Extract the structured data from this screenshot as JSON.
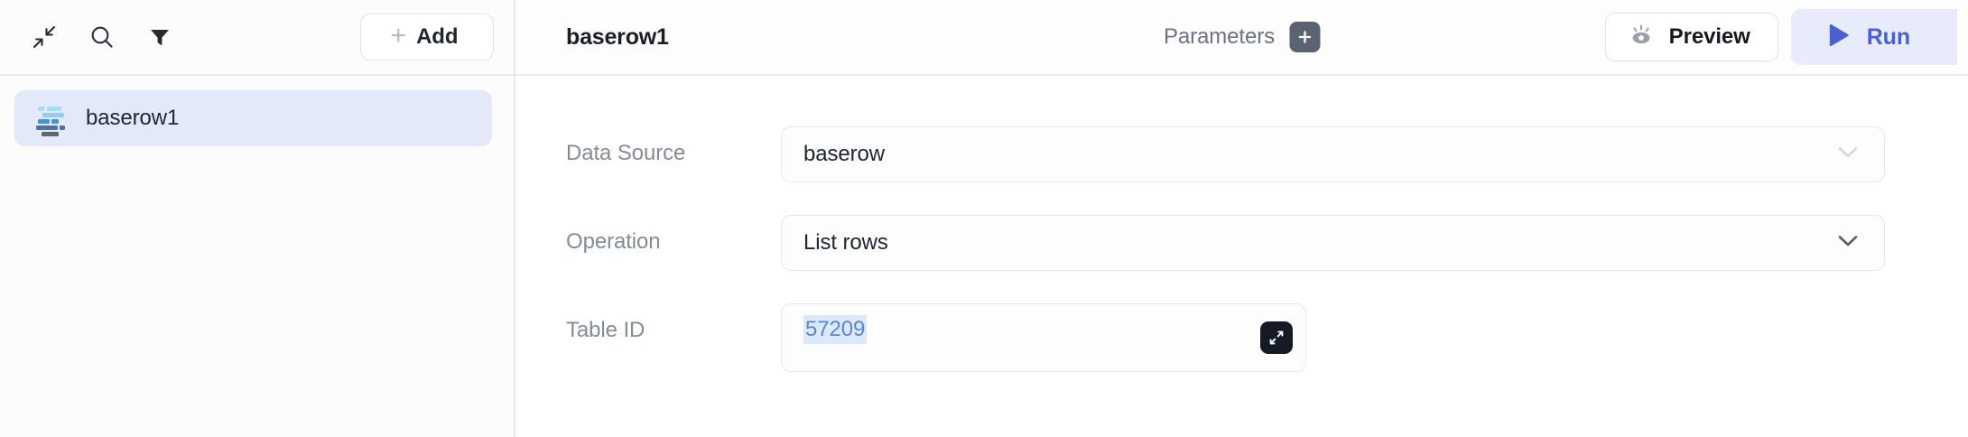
{
  "sidebar": {
    "toolbar": {
      "collapse_icon": "collapse-arrows-icon",
      "search_icon": "search-icon",
      "filter_icon": "filter-icon",
      "add_label": "Add",
      "add_plus": "+"
    },
    "items": [
      {
        "label": "baserow1",
        "icon": "baserow-logo-icon",
        "selected": true
      }
    ]
  },
  "header": {
    "title": "baserow1",
    "parameters_label": "Parameters",
    "parameters_add_icon": "plus-icon",
    "preview_label": "Preview",
    "preview_icon": "eye-icon",
    "run_label": "Run",
    "run_icon": "play-icon"
  },
  "form": {
    "rows": [
      {
        "label": "Data Source",
        "value": "baserow",
        "type": "select",
        "icon": "chevron-down-icon"
      },
      {
        "label": "Operation",
        "value": "List rows",
        "type": "select",
        "icon": "chevron-down-icon"
      },
      {
        "label": "Table ID",
        "value": "57209",
        "type": "text",
        "icon": "expand-icon"
      }
    ]
  },
  "colors": {
    "accent_blue": "#4a5fd4",
    "run_bg": "#e8ebfb",
    "selected_item_bg": "#e4e9fa",
    "value_blue": "#5b86d6",
    "value_highlight": "#dce8fb",
    "label_gray": "#858b96",
    "border_gray": "#e6e7ec"
  }
}
